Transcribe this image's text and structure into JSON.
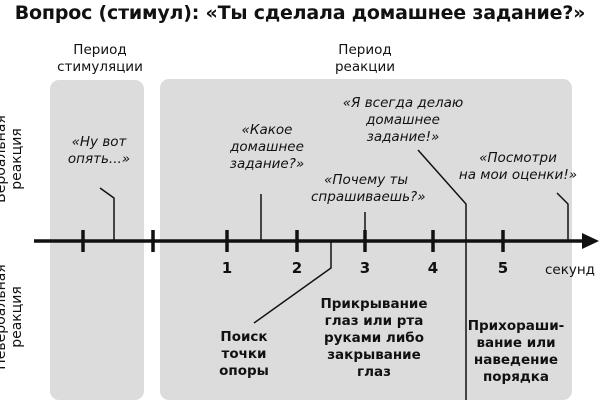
{
  "title": "Вопрос (стимул): «Ты сделала домашнее задание?»",
  "colors": {
    "panel": "#dcdcdc",
    "axis": "#111111",
    "text": "#111111"
  },
  "periods": {
    "stimulation": [
      "Период",
      "стимуляции"
    ],
    "reaction": [
      "Период",
      "реакции"
    ]
  },
  "side_labels": {
    "verbal": [
      "Вербальная",
      "реакция"
    ],
    "nonverbal": [
      "Невербальная",
      "реакция"
    ]
  },
  "timeline": {
    "unit": "секунд",
    "ticks": [
      "1",
      "2",
      "3",
      "4",
      "5"
    ]
  },
  "verbal_reactions": [
    [
      "«Ну вот",
      "опять...»"
    ],
    [
      "«Какое",
      "домашнее",
      "задание?»"
    ],
    [
      "«Почему ты",
      "спрашиваешь?»"
    ],
    [
      "«Я всегда делаю",
      "домашнее",
      "задание!»"
    ],
    [
      "«Посмотри",
      "на мои оценки!»"
    ]
  ],
  "nonverbal_reactions": [
    [
      "Поиск",
      "точки",
      "опоры"
    ],
    [
      "Прикрывание",
      "глаз или рта",
      "руками либо",
      "закрывание",
      "глаз"
    ],
    [
      "Прихораши-",
      "вание или",
      "наведение",
      "порядка"
    ]
  ]
}
